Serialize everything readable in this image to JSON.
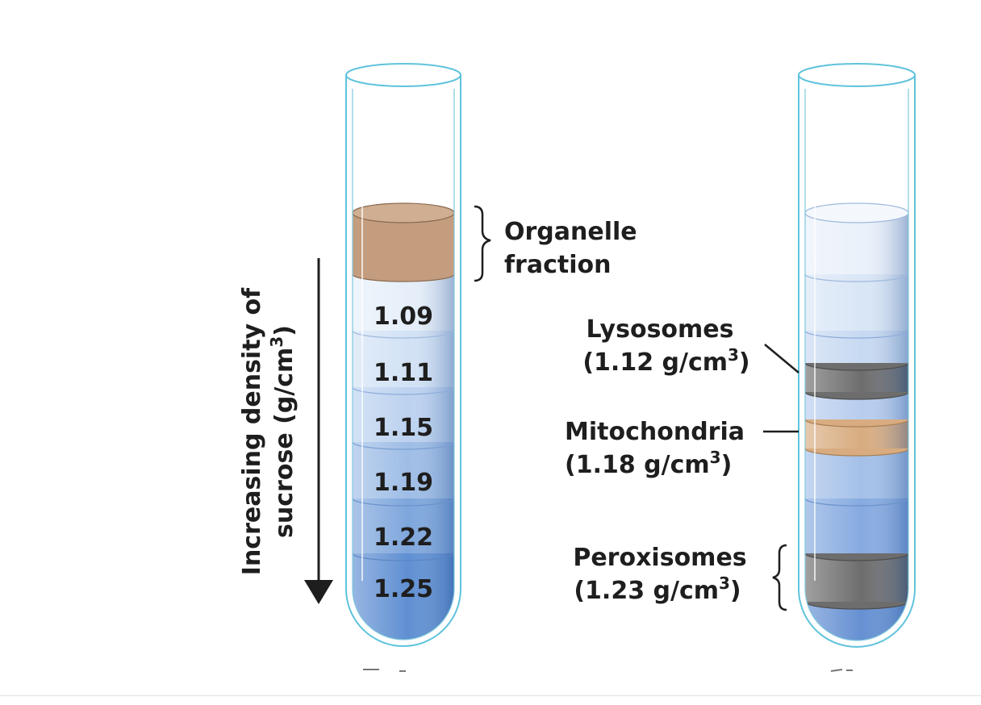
{
  "colors": {
    "tube_outline": "#5fc3dc",
    "organelle_fraction": "#c39d7e",
    "mitochondria_band": "#d8ac80",
    "dark_band": "#6d6d6d",
    "gradient_light": "#dceaf8",
    "gradient_dark": "#2f6cc0",
    "text": "#1e1e1e"
  },
  "left_tube": {
    "bracket_label": {
      "line1": "Organelle",
      "line2": "fraction"
    },
    "densities": [
      "1.09",
      "1.11",
      "1.15",
      "1.19",
      "1.22",
      "1.25"
    ]
  },
  "axis_label": {
    "line1": "Increasing density of",
    "line2_prefix": "sucrose (g/cm",
    "line2_exp": "3",
    "line2_suffix": ")"
  },
  "right_tube": {
    "lysosomes": {
      "name": "Lysosomes",
      "density_prefix": "(1.12 g/cm",
      "exp": "3",
      "suffix": ")"
    },
    "mitochondria": {
      "name": "Mitochondria",
      "density_prefix": "(1.18 g/cm",
      "exp": "3",
      "suffix": ")"
    },
    "peroxisomes": {
      "name": "Peroxisomes",
      "density_prefix": "(1.23 g/cm",
      "exp": "3",
      "suffix": ")"
    }
  }
}
